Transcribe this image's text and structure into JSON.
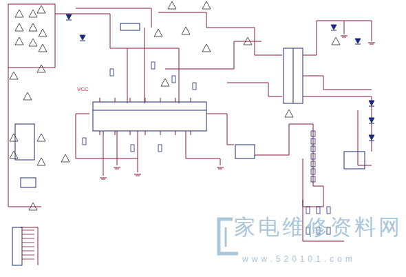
{
  "diagram": {
    "labels": [
      "VCC",
      "家电维修资料网",
      "www.520101.com"
    ]
  }
}
